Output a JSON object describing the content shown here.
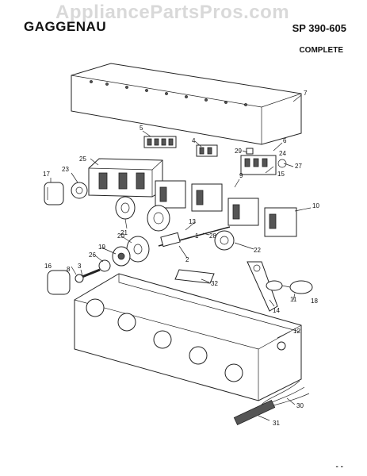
{
  "header": {
    "watermark": "AppliancePartsPros.com",
    "brand": "GAGGENAU",
    "part_number": "SP 390-605",
    "subtitle": "COMPLETE"
  },
  "footer": {
    "page_mark": "- -"
  },
  "callouts": [
    "1",
    "2",
    "3",
    "4",
    "5",
    "6",
    "7",
    "8",
    "9",
    "10",
    "11",
    "12",
    "13",
    "14",
    "15",
    "16",
    "17",
    "18",
    "19",
    "20",
    "21",
    "22",
    "23",
    "24",
    "25",
    "26",
    "27",
    "28",
    "29",
    "30",
    "31",
    "32"
  ]
}
